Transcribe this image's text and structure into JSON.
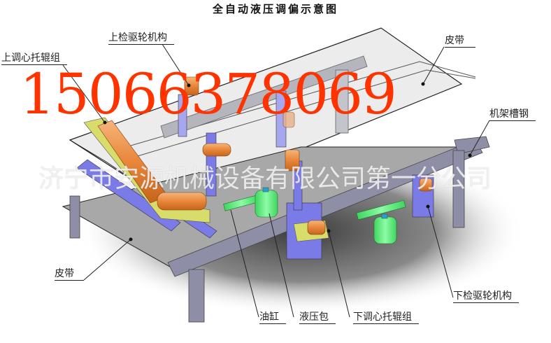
{
  "title": "全自动液压调偏示意图",
  "labels": {
    "upper_detect_drive": "上检驱轮机构",
    "upper_aligning_idler": "上调心托辊组",
    "belt_top": "皮带",
    "frame_channel_steel": "机架槽钢",
    "belt_bottom": "皮带",
    "oil_cylinder": "油缸",
    "hydraulic_pack": "液压包",
    "lower_aligning_idler": "下调心托辊组",
    "lower_detect_drive": "下检驱轮机构"
  },
  "overlay": {
    "phone": "15066378069",
    "watermark": "济宁市安源机械设备有限公司第一分公司"
  },
  "colors": {
    "phone": "#ff3300",
    "frame": "#8a8a9e",
    "bracket_blue": "#7b7be8",
    "roller_orange": "#e88a3a",
    "cradle_yellow": "#d8dc6a",
    "cylinder_green": "#6ef08a",
    "belt_gray": "#cfcfcf"
  }
}
